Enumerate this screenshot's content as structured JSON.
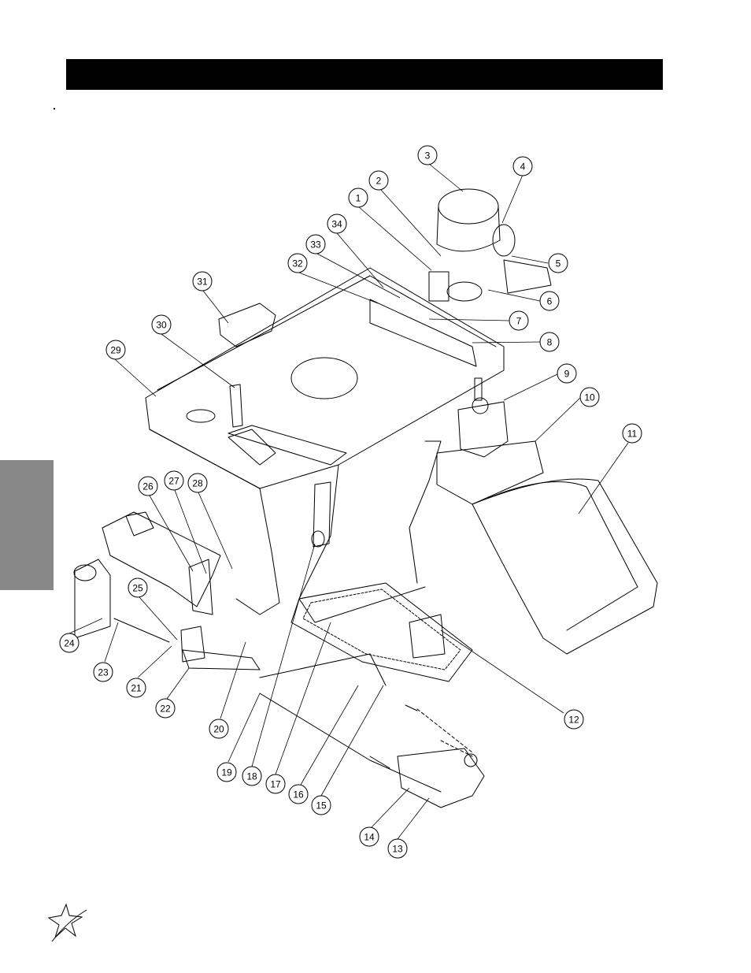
{
  "header": {
    "title": ""
  },
  "callouts": [
    "1",
    "2",
    "3",
    "4",
    "5",
    "6",
    "7",
    "8",
    "9",
    "10",
    "11",
    "12",
    "13",
    "14",
    "15",
    "16",
    "17",
    "18",
    "19",
    "20",
    "21",
    "22",
    "23",
    "24",
    "25",
    "26",
    "27",
    "28",
    "29",
    "30",
    "31",
    "32",
    "33",
    "34"
  ],
  "logo": {
    "icon": "star-swoosh-logo-icon"
  }
}
